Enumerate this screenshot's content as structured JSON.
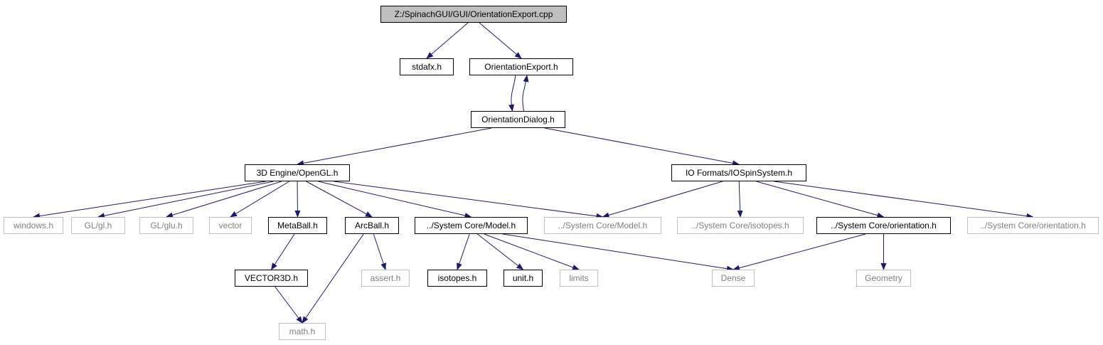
{
  "diagram": {
    "edge_color": "#191970",
    "nodes": [
      {
        "id": "root",
        "label": "Z:/SpinachGUI/GUI/OrientationExport.cpp",
        "kind": "root"
      },
      {
        "id": "stdafx",
        "label": "stdafx.h",
        "kind": "internal"
      },
      {
        "id": "oexp_h",
        "label": "OrientationExport.h",
        "kind": "internal"
      },
      {
        "id": "odlg",
        "label": "OrientationDialog.h",
        "kind": "internal"
      },
      {
        "id": "opengl",
        "label": "3D Engine/OpenGL.h",
        "kind": "internal"
      },
      {
        "id": "iospin",
        "label": "IO Formats/IOSpinSystem.h",
        "kind": "internal"
      },
      {
        "id": "windows",
        "label": "windows.h",
        "kind": "external"
      },
      {
        "id": "gl",
        "label": "GL/gl.h",
        "kind": "external"
      },
      {
        "id": "glu",
        "label": "GL/glu.h",
        "kind": "external"
      },
      {
        "id": "vector",
        "label": "vector",
        "kind": "external"
      },
      {
        "id": "metaball",
        "label": "MetaBall.h",
        "kind": "internal"
      },
      {
        "id": "arcball",
        "label": "ArcBall.h",
        "kind": "internal"
      },
      {
        "id": "model_int",
        "label": "../System Core/Model.h",
        "kind": "internal"
      },
      {
        "id": "model_ext",
        "label": "../System Core/Model.h",
        "kind": "external"
      },
      {
        "id": "isotopes_ext",
        "label": "../System Core/isotopes.h",
        "kind": "external"
      },
      {
        "id": "orient_int",
        "label": "../System Core/orientation.h",
        "kind": "internal"
      },
      {
        "id": "orient_ext",
        "label": "../System Core/orientation.h",
        "kind": "external"
      },
      {
        "id": "vector3d",
        "label": "VECTOR3D.h",
        "kind": "internal"
      },
      {
        "id": "assert",
        "label": "assert.h",
        "kind": "external"
      },
      {
        "id": "isotopes_int",
        "label": "isotopes.h",
        "kind": "internal"
      },
      {
        "id": "unit",
        "label": "unit.h",
        "kind": "internal"
      },
      {
        "id": "limits",
        "label": "limits",
        "kind": "external"
      },
      {
        "id": "dense",
        "label": "Dense",
        "kind": "external"
      },
      {
        "id": "geometry",
        "label": "Geometry",
        "kind": "external"
      },
      {
        "id": "math",
        "label": "math.h",
        "kind": "external"
      }
    ],
    "edges": [
      [
        "root",
        "stdafx"
      ],
      [
        "root",
        "oexp_h"
      ],
      [
        "oexp_h",
        "odlg"
      ],
      [
        "odlg",
        "oexp_h"
      ],
      [
        "odlg",
        "opengl"
      ],
      [
        "odlg",
        "iospin"
      ],
      [
        "opengl",
        "windows"
      ],
      [
        "opengl",
        "gl"
      ],
      [
        "opengl",
        "glu"
      ],
      [
        "opengl",
        "vector"
      ],
      [
        "opengl",
        "metaball"
      ],
      [
        "opengl",
        "arcball"
      ],
      [
        "opengl",
        "model_int"
      ],
      [
        "opengl",
        "model_ext"
      ],
      [
        "iospin",
        "model_ext"
      ],
      [
        "iospin",
        "isotopes_ext"
      ],
      [
        "iospin",
        "orient_int"
      ],
      [
        "iospin",
        "orient_ext"
      ],
      [
        "metaball",
        "vector3d"
      ],
      [
        "vector3d",
        "math"
      ],
      [
        "arcball",
        "assert"
      ],
      [
        "arcball",
        "math"
      ],
      [
        "model_int",
        "isotopes_int"
      ],
      [
        "model_int",
        "unit"
      ],
      [
        "model_int",
        "limits"
      ],
      [
        "model_int",
        "dense"
      ],
      [
        "orient_int",
        "dense"
      ],
      [
        "orient_int",
        "geometry"
      ]
    ]
  }
}
